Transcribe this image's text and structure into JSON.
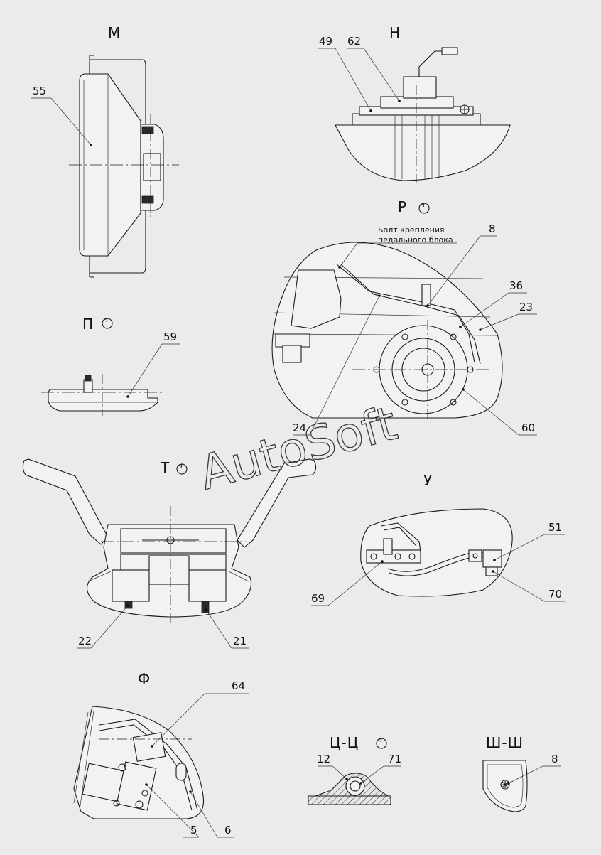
{
  "views": {
    "m": "М",
    "n": "Н",
    "r": "Р",
    "p": "П",
    "t": "Т",
    "u": "У",
    "f": "Ф",
    "cc": "Ц-Ц",
    "shsh": "Ш-Ш"
  },
  "rotation_mark": "rotated-view-icon",
  "callouts": {
    "c55": "55",
    "c49": "49",
    "c62": "62",
    "c8a": "8",
    "c36": "36",
    "c23": "23",
    "c60": "60",
    "c24": "24",
    "c59": "59",
    "c22": "22",
    "c21": "21",
    "c51": "51",
    "c70": "70",
    "c69": "69",
    "c64": "64",
    "c5": "5",
    "c6": "6",
    "c12": "12",
    "c71": "71",
    "c8b": "8"
  },
  "notes": {
    "bolt_line1": "Болт крепления",
    "bolt_line2": "педального блока"
  },
  "watermark": "AutoSoft"
}
